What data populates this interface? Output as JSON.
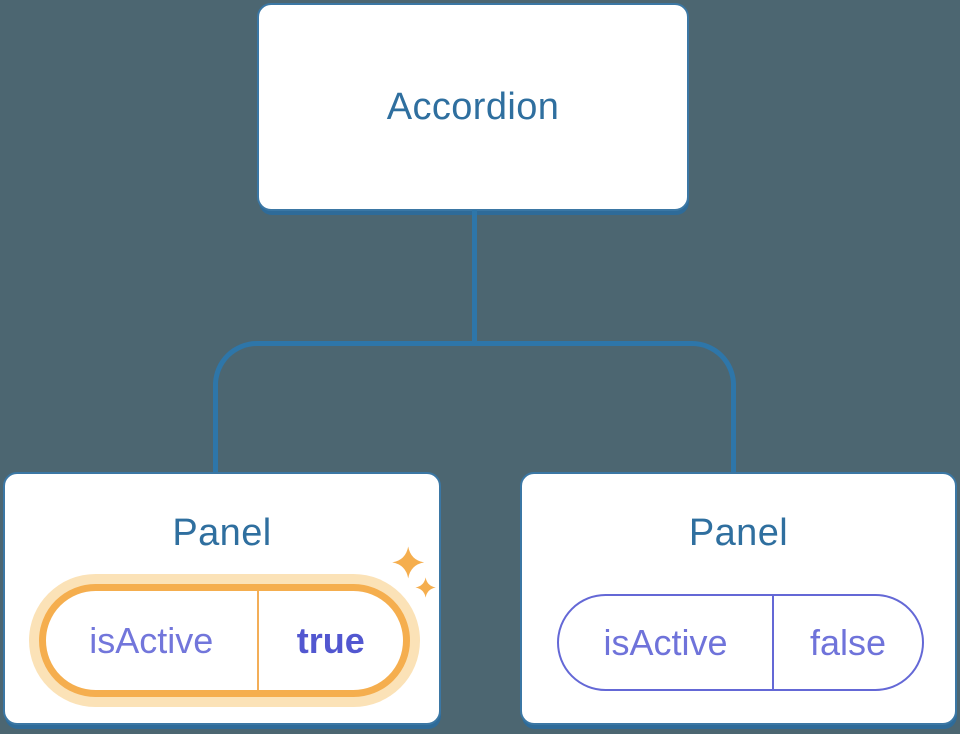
{
  "tree": {
    "root": {
      "label": "Accordion"
    },
    "panels": [
      {
        "title": "Panel",
        "state": {
          "key": "isActive",
          "value": "true"
        },
        "highlighted": true
      },
      {
        "title": "Panel",
        "state": {
          "key": "isActive",
          "value": "false"
        },
        "highlighted": false
      }
    ]
  },
  "icons": {
    "sparkle": "sparkle-icon"
  },
  "colors": {
    "background": "#4c6671",
    "node_fill": "#ffffff",
    "node_border": "#3b77a4",
    "node_shadow": "#2e6b99",
    "node_text": "#2f6f9f",
    "connector": "#2e76a9",
    "state_key_text": "#7276db",
    "state_value_active_text": "#5257d0",
    "state_pill_inactive_border": "#6468d6",
    "state_pill_inactive_text": "#6f73da",
    "highlight_border": "#f5ae4e",
    "highlight_glow": "#fbe2b7",
    "highlight_divider": "#f3ae58"
  }
}
